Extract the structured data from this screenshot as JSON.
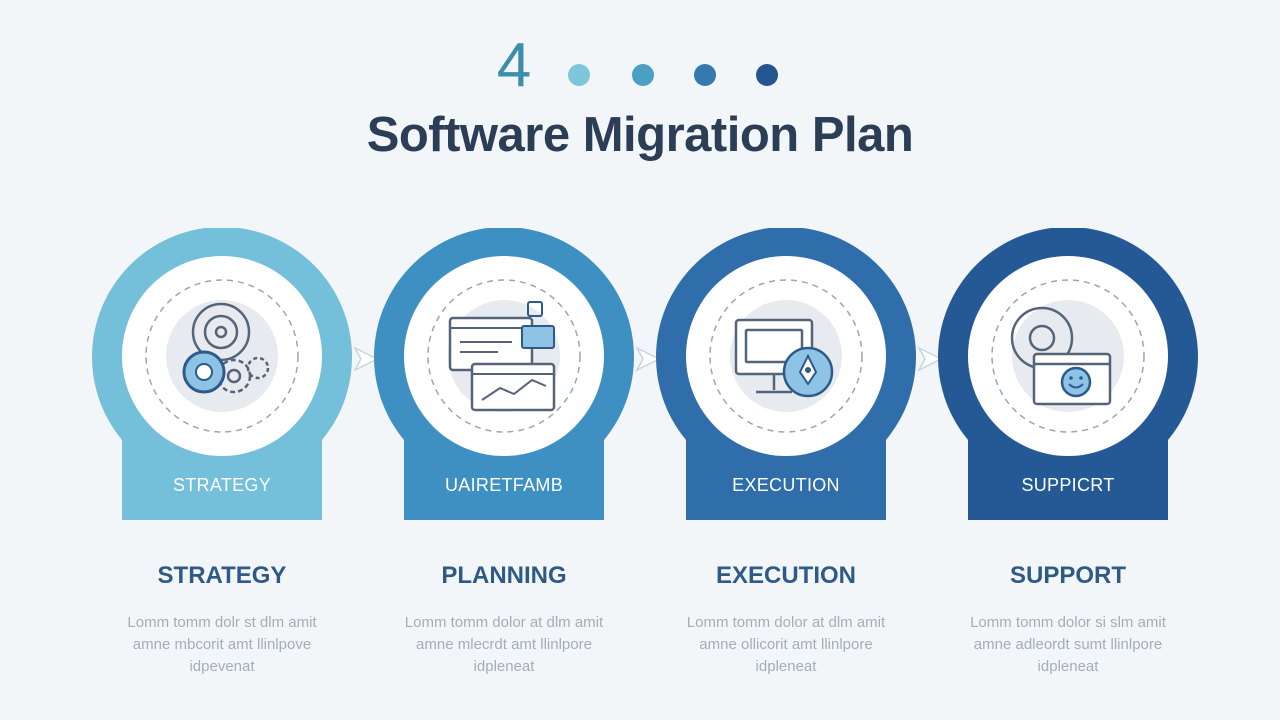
{
  "header": {
    "number": "4",
    "title": "Software Migration Plan",
    "dot_colors": [
      "#7ec6dc",
      "#4a9fc2",
      "#3679b0",
      "#24558f"
    ]
  },
  "steps": [
    {
      "badge_label": "STRATEGY",
      "title": "STRATEGY",
      "description": "Lomm tomm dolr st dlm amit amne mbcorit amt llinlpove idpevenat",
      "color": "#74bfd9",
      "icon": "gears-target-icon"
    },
    {
      "badge_label": "UAIRETFAMB",
      "title": "PLANNING",
      "description": "Lomm tomm dolor at dlm amit amne mlecrdt amt llinlpore idpleneat",
      "color": "#3f90c2",
      "icon": "dashboard-windows-icon"
    },
    {
      "badge_label": "EXECUTION",
      "title": "EXECUTION",
      "description": "Lomm tomm dolor at dlm amit amne ollicorit amt llinlpore idpleneat",
      "color": "#2f6eaa",
      "icon": "monitor-rocket-icon"
    },
    {
      "badge_label": "SUPPICRT",
      "title": "SUPPORT",
      "description": "Lomm tomm dolor si slm amit amne adleordt sumt llinlpore idpleneat",
      "color": "#255996",
      "icon": "support-chat-icon"
    }
  ]
}
